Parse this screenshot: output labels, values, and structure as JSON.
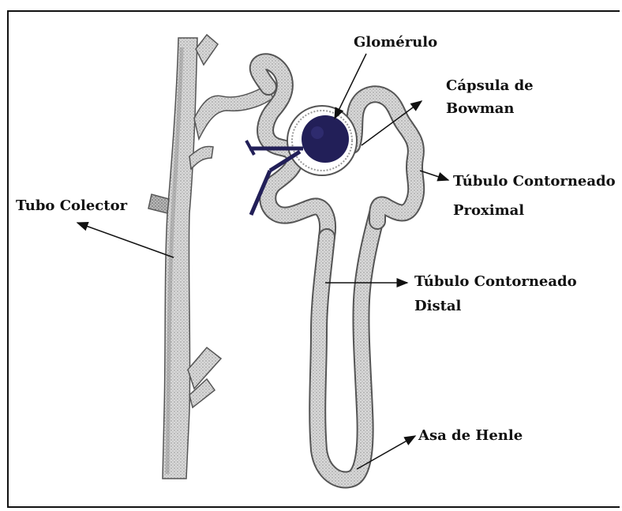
{
  "labels": {
    "glomerulo": "Glomérulo",
    "capsula_line1": "Cápsula de",
    "capsula_line2": "Bowman",
    "tcp_line1": "Túbulo Contorneado",
    "tcp_line2": "Proximal",
    "tubo_colector": "Tubo Colector",
    "tcd_line1": "Túbulo Contorneado",
    "tcd_line2": "Distal",
    "asa_henle": "Asa de Henle"
  },
  "colors": {
    "ink": "#111111",
    "tube_fill": "#c9c9c9",
    "tube_edge": "#555555",
    "glomerulus": "#221f58"
  }
}
